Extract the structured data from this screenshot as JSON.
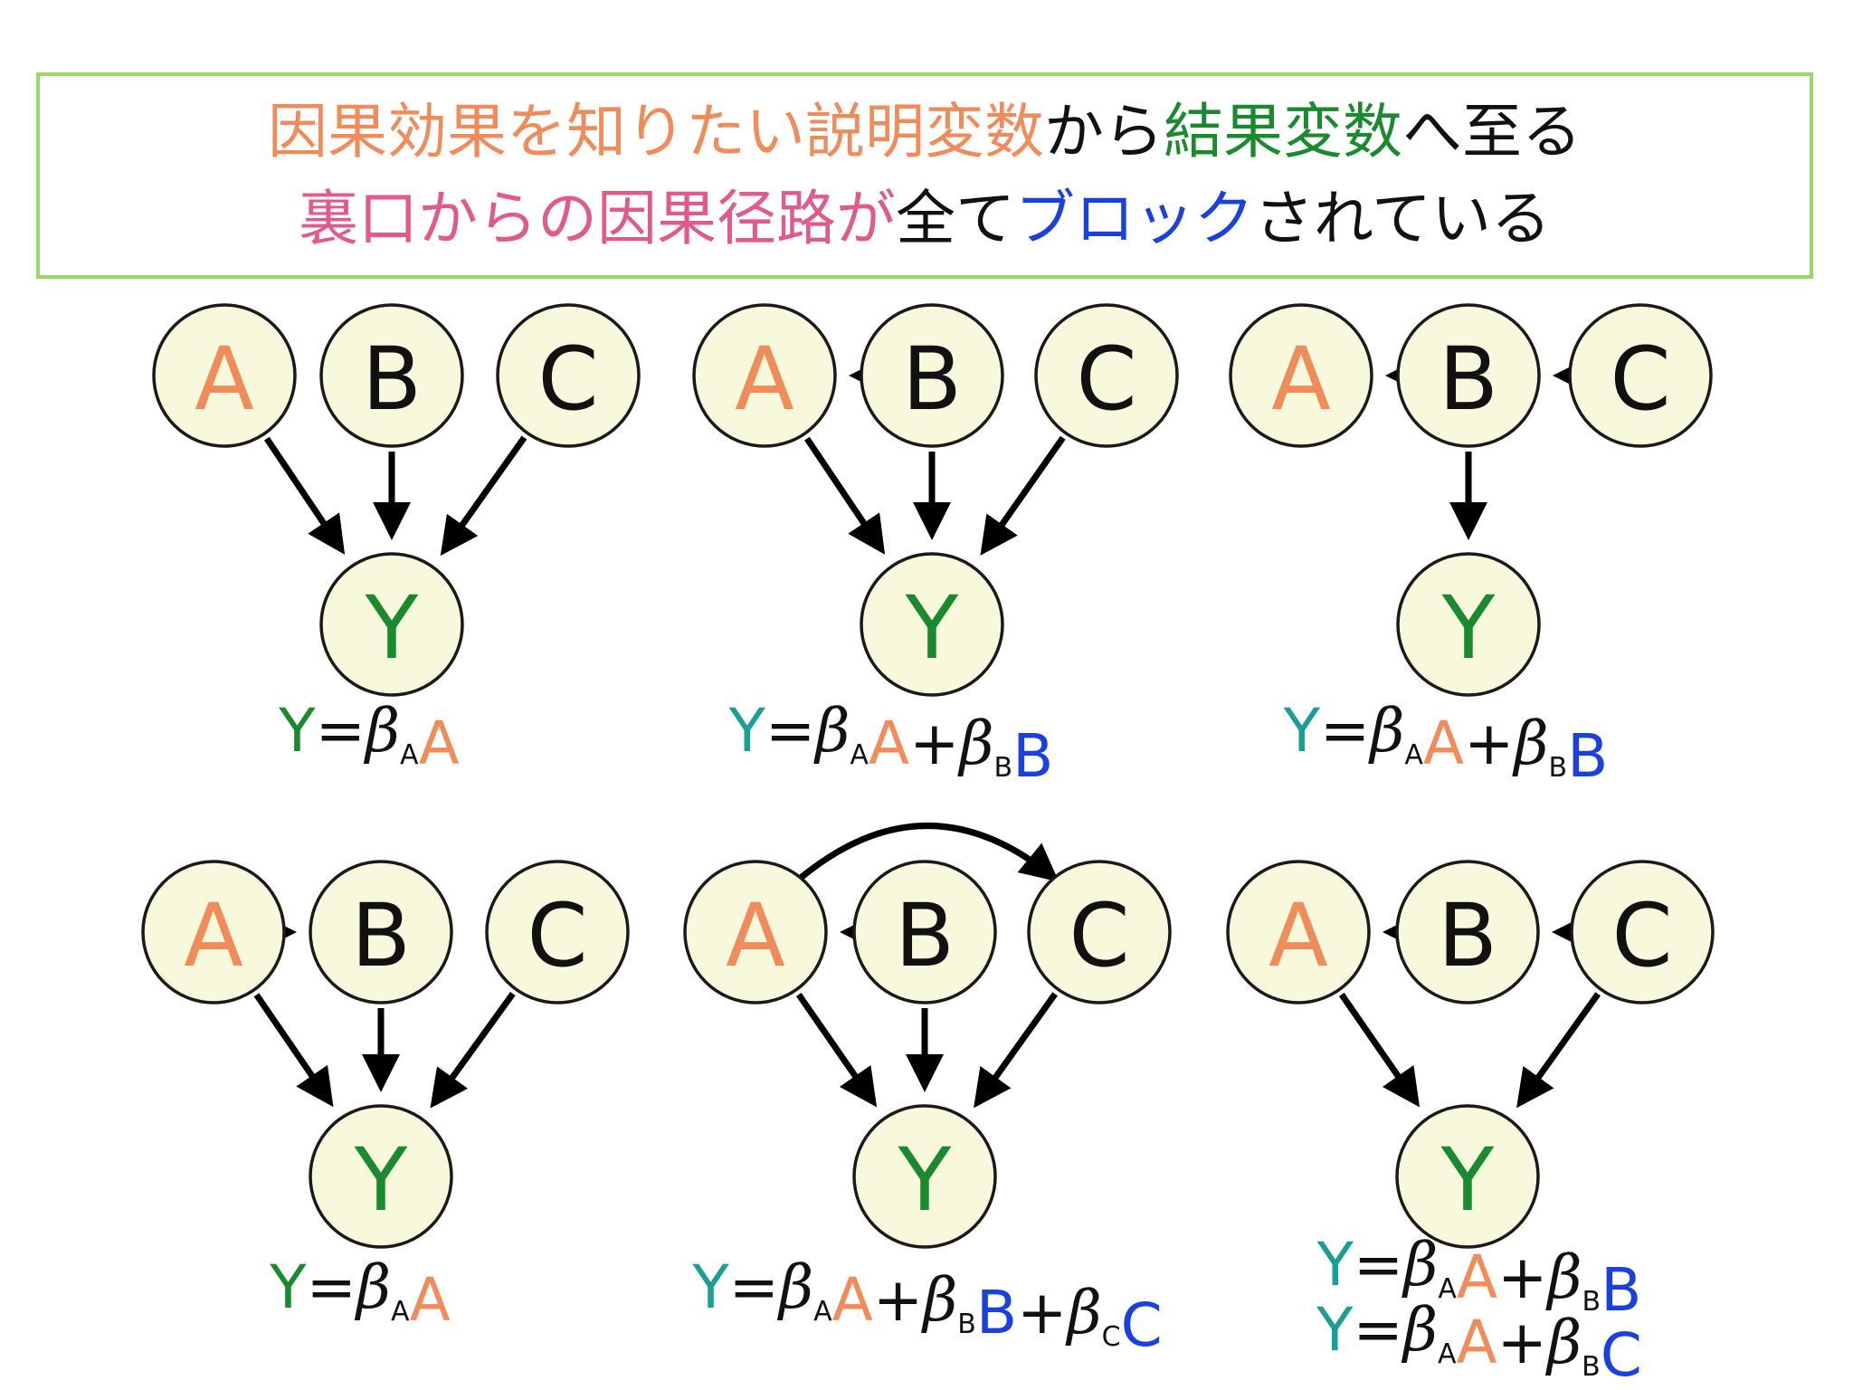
{
  "colors": {
    "orange": "#f08c5a",
    "green": "#1a8a2e",
    "teal": "#1b9e96",
    "pink": "#e05a8a",
    "blue": "#1a40e0",
    "black": "#111111",
    "node_fill": "#f8f8dc",
    "title_border": "#9bd86a"
  },
  "title": {
    "line1": [
      {
        "text": "因果効果を知りたい説明変数",
        "color": "orange"
      },
      {
        "text": "から",
        "color": "black"
      },
      {
        "text": "結果変数",
        "color": "green"
      },
      {
        "text": "へ至る",
        "color": "black"
      }
    ],
    "line2": [
      {
        "text": "裏口からの因果径路が",
        "color": "pink"
      },
      {
        "text": "全て",
        "color": "black"
      },
      {
        "text": "ブロック",
        "color": "blue"
      },
      {
        "text": "されている",
        "color": "black"
      }
    ]
  },
  "panels": [
    {
      "nodes": [
        {
          "id": "A",
          "label": "A",
          "color": "orange"
        },
        {
          "id": "B",
          "label": "B",
          "color": "black"
        },
        {
          "id": "C",
          "label": "C",
          "color": "black"
        },
        {
          "id": "Y",
          "label": "Y",
          "color": "green"
        }
      ],
      "edges": [
        [
          "A",
          "Y"
        ],
        [
          "B",
          "Y"
        ],
        [
          "C",
          "Y"
        ]
      ],
      "equations": [
        [
          {
            "t": "Y",
            "c": "green"
          },
          {
            "t": "=",
            "c": "black"
          },
          {
            "t": "β",
            "c": "black",
            "beta": true
          },
          {
            "t": "A",
            "c": "black",
            "sub": true
          },
          {
            "t": "A",
            "c": "orange"
          }
        ]
      ]
    },
    {
      "nodes": [
        {
          "id": "A",
          "label": "A",
          "color": "orange"
        },
        {
          "id": "B",
          "label": "B",
          "color": "black"
        },
        {
          "id": "C",
          "label": "C",
          "color": "black"
        },
        {
          "id": "Y",
          "label": "Y",
          "color": "green"
        }
      ],
      "edges": [
        [
          "B",
          "A"
        ],
        [
          "A",
          "Y"
        ],
        [
          "B",
          "Y"
        ],
        [
          "C",
          "Y"
        ]
      ],
      "equations": [
        [
          {
            "t": "Y",
            "c": "teal"
          },
          {
            "t": "=",
            "c": "black"
          },
          {
            "t": "β",
            "c": "black",
            "beta": true
          },
          {
            "t": "A",
            "c": "black",
            "sub": true
          },
          {
            "t": "A",
            "c": "orange"
          },
          {
            "t": "+",
            "c": "black"
          },
          {
            "t": "β",
            "c": "black",
            "beta": true
          },
          {
            "t": "B",
            "c": "black",
            "sub": true
          },
          {
            "t": "B",
            "c": "blue"
          }
        ]
      ]
    },
    {
      "nodes": [
        {
          "id": "A",
          "label": "A",
          "color": "orange"
        },
        {
          "id": "B",
          "label": "B",
          "color": "black"
        },
        {
          "id": "C",
          "label": "C",
          "color": "black"
        },
        {
          "id": "Y",
          "label": "Y",
          "color": "green"
        }
      ],
      "edges": [
        [
          "B",
          "A"
        ],
        [
          "C",
          "B"
        ],
        [
          "B",
          "Y"
        ]
      ],
      "equations": [
        [
          {
            "t": "Y",
            "c": "teal"
          },
          {
            "t": "=",
            "c": "black"
          },
          {
            "t": "β",
            "c": "black",
            "beta": true
          },
          {
            "t": "A",
            "c": "black",
            "sub": true
          },
          {
            "t": "A",
            "c": "orange"
          },
          {
            "t": "+",
            "c": "black"
          },
          {
            "t": "β",
            "c": "black",
            "beta": true
          },
          {
            "t": "B",
            "c": "black",
            "sub": true
          },
          {
            "t": "B",
            "c": "blue"
          }
        ]
      ]
    },
    {
      "nodes": [
        {
          "id": "A",
          "label": "A",
          "color": "orange"
        },
        {
          "id": "B",
          "label": "B",
          "color": "black"
        },
        {
          "id": "C",
          "label": "C",
          "color": "black"
        },
        {
          "id": "Y",
          "label": "Y",
          "color": "green"
        }
      ],
      "edges": [
        [
          "A",
          "B"
        ],
        [
          "A",
          "Y"
        ],
        [
          "B",
          "Y"
        ],
        [
          "C",
          "Y"
        ]
      ],
      "equations": [
        [
          {
            "t": "Y",
            "c": "green"
          },
          {
            "t": "=",
            "c": "black"
          },
          {
            "t": "β",
            "c": "black",
            "beta": true
          },
          {
            "t": "A",
            "c": "black",
            "sub": true
          },
          {
            "t": "A",
            "c": "orange"
          }
        ]
      ]
    },
    {
      "nodes": [
        {
          "id": "A",
          "label": "A",
          "color": "orange"
        },
        {
          "id": "B",
          "label": "B",
          "color": "black"
        },
        {
          "id": "C",
          "label": "C",
          "color": "black"
        },
        {
          "id": "Y",
          "label": "Y",
          "color": "green"
        }
      ],
      "edges": [
        [
          "B",
          "A"
        ],
        [
          "A",
          "Y"
        ],
        [
          "B",
          "Y"
        ],
        [
          "C",
          "Y"
        ]
      ],
      "curved_edges": [
        [
          "A",
          "C"
        ]
      ],
      "equations": [
        [
          {
            "t": "Y",
            "c": "teal"
          },
          {
            "t": "=",
            "c": "black"
          },
          {
            "t": "β",
            "c": "black",
            "beta": true
          },
          {
            "t": "A",
            "c": "black",
            "sub": true
          },
          {
            "t": "A",
            "c": "orange"
          },
          {
            "t": "+",
            "c": "black"
          },
          {
            "t": "β",
            "c": "black",
            "beta": true
          },
          {
            "t": "B",
            "c": "black",
            "sub": true
          },
          {
            "t": "B",
            "c": "blue"
          },
          {
            "t": "+",
            "c": "black"
          },
          {
            "t": "β",
            "c": "black",
            "beta": true
          },
          {
            "t": "C",
            "c": "black",
            "sub": true
          },
          {
            "t": "C",
            "c": "blue"
          }
        ]
      ]
    },
    {
      "nodes": [
        {
          "id": "A",
          "label": "A",
          "color": "orange"
        },
        {
          "id": "B",
          "label": "B",
          "color": "black"
        },
        {
          "id": "C",
          "label": "C",
          "color": "black"
        },
        {
          "id": "Y",
          "label": "Y",
          "color": "green"
        }
      ],
      "edges": [
        [
          "B",
          "A"
        ],
        [
          "C",
          "B"
        ],
        [
          "A",
          "Y"
        ],
        [
          "C",
          "Y"
        ]
      ],
      "equations": [
        [
          {
            "t": "Y",
            "c": "teal"
          },
          {
            "t": "=",
            "c": "black"
          },
          {
            "t": "β",
            "c": "black",
            "beta": true
          },
          {
            "t": "A",
            "c": "black",
            "sub": true
          },
          {
            "t": "A",
            "c": "orange"
          },
          {
            "t": "+",
            "c": "black"
          },
          {
            "t": "β",
            "c": "black",
            "beta": true
          },
          {
            "t": "B",
            "c": "black",
            "sub": true
          },
          {
            "t": "B",
            "c": "blue"
          }
        ],
        [
          {
            "t": "Y",
            "c": "teal"
          },
          {
            "t": "=",
            "c": "black"
          },
          {
            "t": "β",
            "c": "black",
            "beta": true
          },
          {
            "t": "A",
            "c": "black",
            "sub": true
          },
          {
            "t": "A",
            "c": "orange"
          },
          {
            "t": "+",
            "c": "black"
          },
          {
            "t": "β",
            "c": "black",
            "beta": true
          },
          {
            "t": "B",
            "c": "black",
            "sub": true
          },
          {
            "t": "C",
            "c": "blue"
          }
        ]
      ]
    }
  ]
}
